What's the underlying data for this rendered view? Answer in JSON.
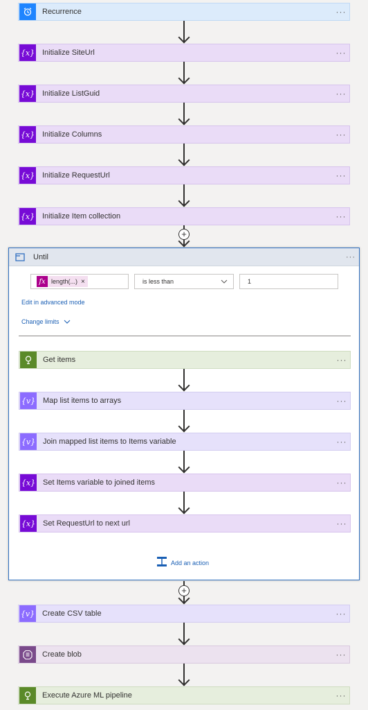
{
  "top_steps": [
    {
      "title": "Recurrence",
      "icon": "alarm-clock-icon",
      "more": "···"
    },
    {
      "title": "Initialize SiteUrl",
      "icon": "variable-icon",
      "more": "···"
    },
    {
      "title": "Initialize ListGuid",
      "icon": "variable-icon",
      "more": "···"
    },
    {
      "title": "Initialize Columns",
      "icon": "variable-icon",
      "more": "···"
    },
    {
      "title": "Initialize RequestUrl",
      "icon": "variable-icon",
      "more": "···"
    },
    {
      "title": "Initialize Item collection",
      "icon": "variable-icon",
      "more": "···"
    }
  ],
  "variable_glyph": "{x}",
  "data_op_glyph": "{v}",
  "until": {
    "title": "Until",
    "more": "···",
    "condition": {
      "token_label": "length(...)",
      "token_remove": "×",
      "fx_glyph": "fx",
      "operator": "is less than",
      "value": "1"
    },
    "edit_advanced": "Edit in advanced mode",
    "change_limits": "Change limits",
    "inner_steps": [
      {
        "title": "Get items",
        "icon": "sharepoint-icon",
        "more": "···"
      },
      {
        "title": "Map list items to arrays",
        "icon": "data-operation-icon",
        "more": "···"
      },
      {
        "title": "Join mapped list items to Items variable",
        "icon": "data-operation-icon",
        "more": "···"
      },
      {
        "title": "Set Items variable to joined items",
        "icon": "variable-icon",
        "more": "···"
      },
      {
        "title": "Set RequestUrl to next url",
        "icon": "variable-icon",
        "more": "···"
      }
    ],
    "add_action": "Add an action"
  },
  "bottom_steps": [
    {
      "title": "Create CSV table",
      "icon": "data-operation-icon",
      "more": "···"
    },
    {
      "title": "Create blob",
      "icon": "blob-storage-icon",
      "more": "···"
    },
    {
      "title": "Execute Azure ML pipeline",
      "icon": "azure-ml-icon",
      "more": "···"
    }
  ],
  "plus_glyph": "+",
  "colors": {
    "trigger": "#1f85ff",
    "variable": "#770bd6",
    "data_operation": "#8c6cff",
    "sharepoint": "#5b8a29",
    "blob": "#7a4a8b",
    "expression": "#ac008c",
    "link": "#1a5fb4"
  }
}
